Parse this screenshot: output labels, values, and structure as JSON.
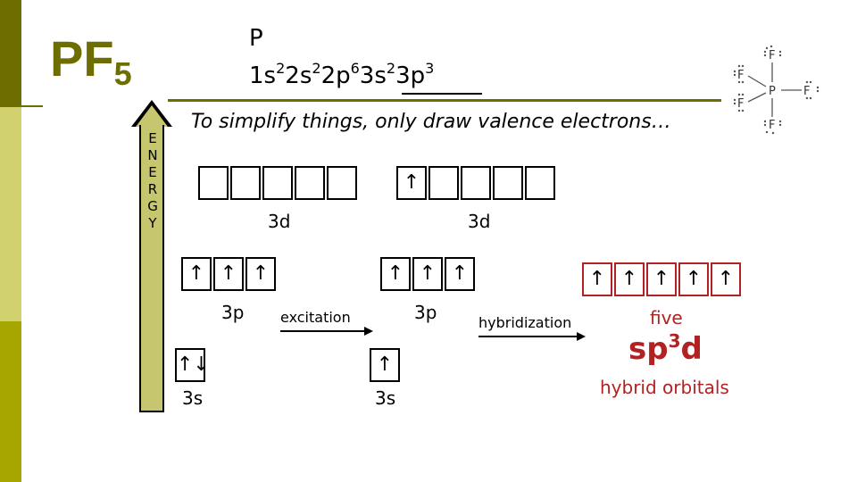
{
  "formula": {
    "base": "PF",
    "subscript": "5"
  },
  "config": {
    "title": "P",
    "parts": [
      {
        "text": "1s",
        "sup": "2"
      },
      {
        "text": "2s",
        "sup": "2"
      },
      {
        "text": "2p",
        "sup": "6"
      },
      {
        "text": "3s",
        "sup": "2"
      },
      {
        "text": "3p",
        "sup": "3"
      }
    ]
  },
  "simplify_text": "To simplify things, only draw valence electrons…",
  "energy_label": [
    "E",
    "N",
    "E",
    "R",
    "G",
    "Y"
  ],
  "ground": {
    "d": {
      "label": "3d",
      "boxes": [
        "",
        "",
        "",
        "",
        ""
      ]
    },
    "p": {
      "label": "3p",
      "boxes": [
        "↑",
        "↑",
        "↑"
      ]
    },
    "s": {
      "label": "3s",
      "boxes": [
        "↑↓"
      ]
    }
  },
  "excited": {
    "d": {
      "label": "3d",
      "boxes": [
        "↑",
        "",
        "",
        "",
        ""
      ]
    },
    "p": {
      "label": "3p",
      "boxes": [
        "↑",
        "↑",
        "↑"
      ]
    },
    "s": {
      "label": "3s",
      "boxes": [
        "↑"
      ]
    }
  },
  "hybrid": {
    "boxes": [
      "↑",
      "↑",
      "↑",
      "↑",
      "↑"
    ],
    "count": "five",
    "name": "sp",
    "name_sup": "3",
    "name_suffix": "d",
    "desc": "hybrid orbitals"
  },
  "steps": {
    "excitation": "excitation",
    "hybridization": "hybridization"
  },
  "lewis": {
    "center": "P",
    "ligand": "F"
  },
  "colors": {
    "olive_dark": "#6e6e00",
    "olive_light": "#d1d16e",
    "olive_mid": "#a6a600",
    "energy_fill": "#c6c66e",
    "hybrid_red": "#b22222"
  }
}
